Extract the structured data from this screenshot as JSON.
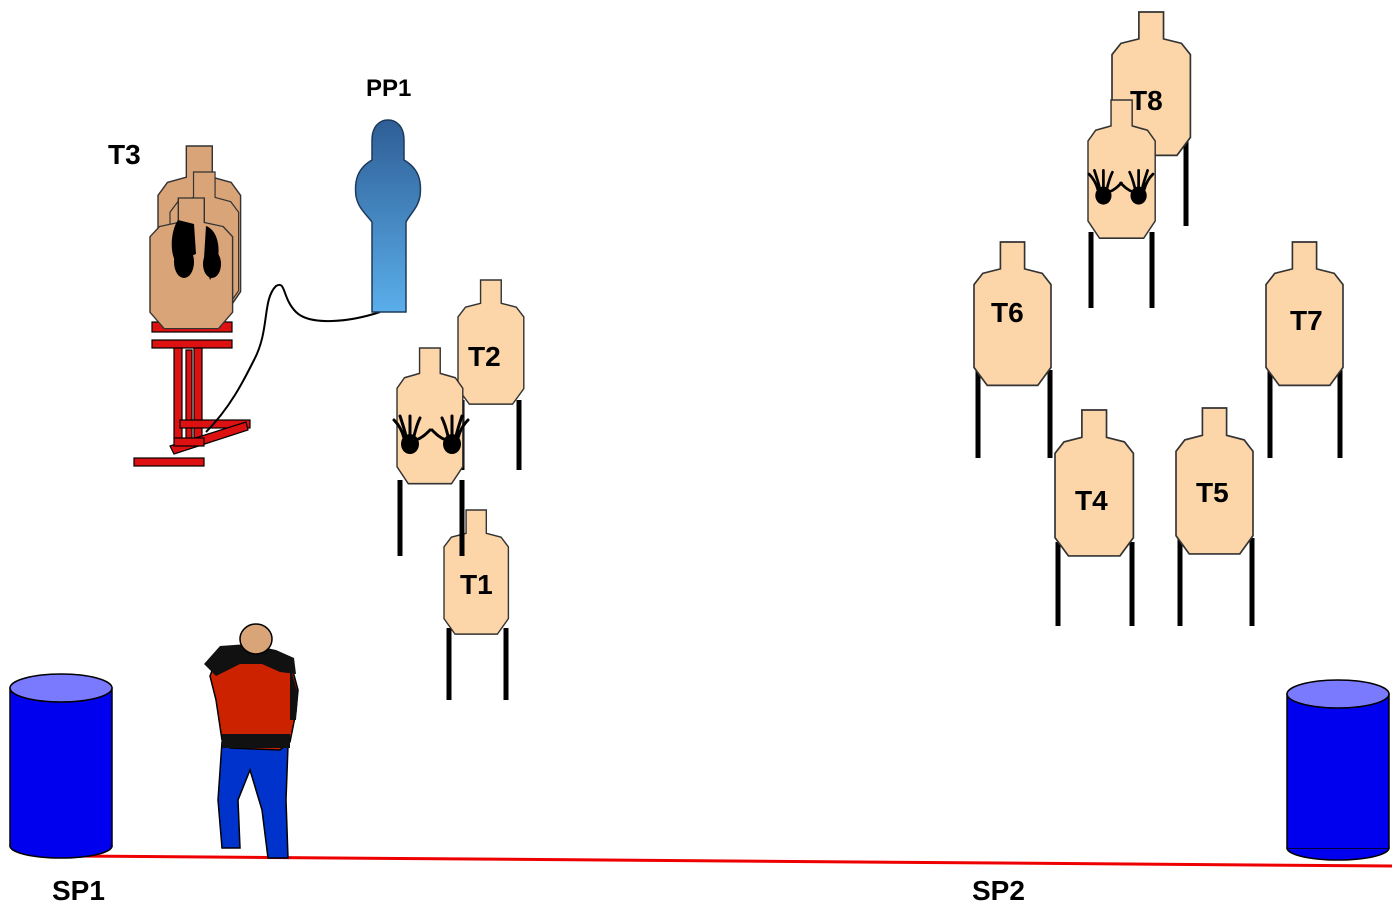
{
  "labels": {
    "t1": "T1",
    "t2": "T2",
    "t3": "T3",
    "t4": "T4",
    "t5": "T5",
    "t6": "T6",
    "t7": "T7",
    "t8": "T8",
    "pp1": "PP1",
    "sp1": "SP1",
    "sp2": "SP2"
  },
  "colors": {
    "target_fill": "#fcd5a8",
    "barrel_fill": "#0000ee",
    "barrel_top": "#7a7aff",
    "fault_line": "#ee0000",
    "popper_top": "#3a6fa8",
    "popper_bottom": "#5aa8e8",
    "mover_stand": "#dd1111",
    "shooter_shirt": "#cc2200",
    "shooter_pants": "#0033cc"
  }
}
